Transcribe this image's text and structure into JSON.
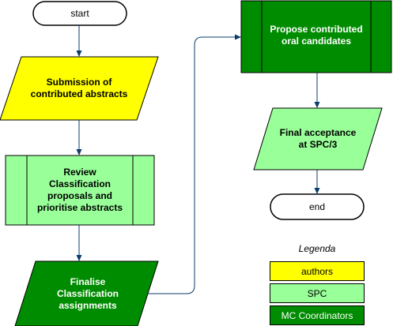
{
  "colors": {
    "authors_fill": "#ffff00",
    "spc_fill": "#99ff99",
    "mc_fill": "#008c00",
    "connector": "#0a3d6b"
  },
  "nodes": {
    "start": "start",
    "submission": "Submission of contributed abstracts",
    "review": "Review Classification proposals and prioritise abstracts",
    "finalise": "Finalise Classification assignments",
    "propose": "Propose contributed oral candidates",
    "final_acceptance": "Final acceptance at SPC/3",
    "end": "end"
  },
  "legend": {
    "title": "Legenda",
    "items": [
      {
        "label": "authors",
        "role": "authors"
      },
      {
        "label": "SPC",
        "role": "spc"
      },
      {
        "label": "MC Coordinators",
        "role": "mc"
      }
    ]
  }
}
